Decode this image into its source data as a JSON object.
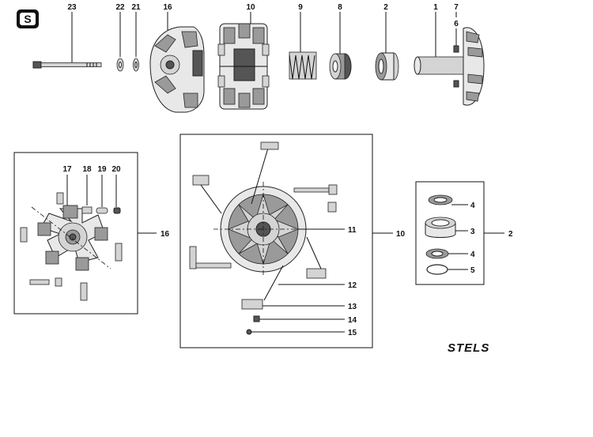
{
  "brand": {
    "logo_letter": "S",
    "wordmark": "STELS"
  },
  "top_row_labels": [
    "23",
    "22",
    "21",
    "16",
    "10",
    "9",
    "8",
    "2",
    "1",
    "7",
    "6"
  ],
  "box16": {
    "part_labels": [
      "17",
      "18",
      "19",
      "20"
    ],
    "group_label": "16"
  },
  "box10": {
    "part_labels": [
      "11",
      "12",
      "13",
      "14",
      "15"
    ],
    "group_label": "10"
  },
  "box2": {
    "part_labels": [
      "4",
      "3",
      "4",
      "5"
    ],
    "group_label": "2"
  }
}
